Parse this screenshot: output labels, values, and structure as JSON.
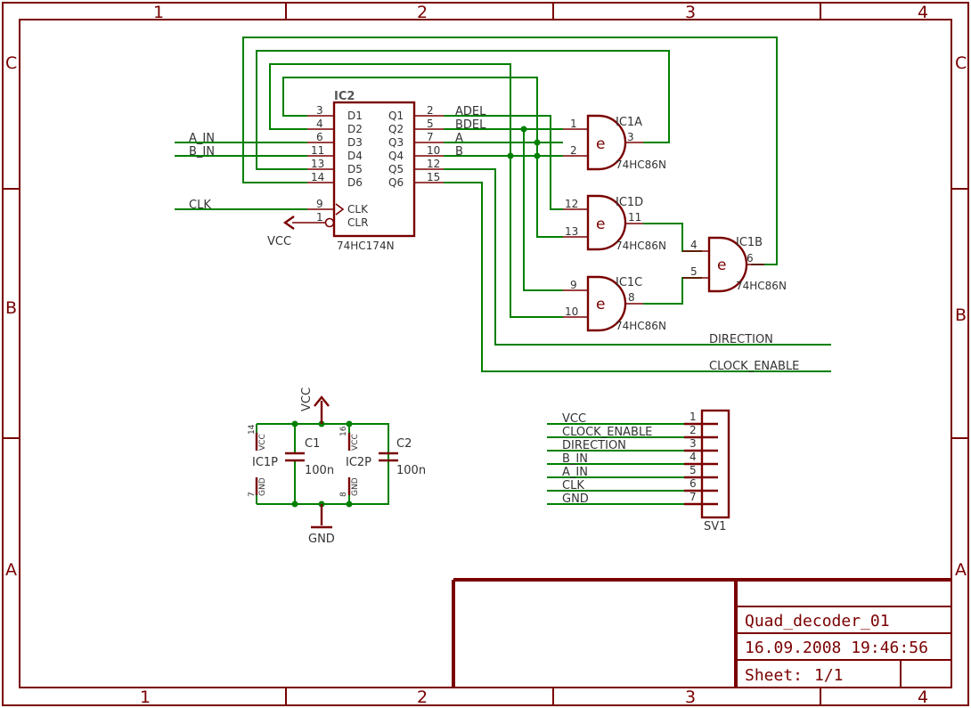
{
  "zones": {
    "columns": [
      "1",
      "2",
      "3",
      "4"
    ],
    "rows": [
      "C",
      "B",
      "A"
    ]
  },
  "ic2": {
    "name": "IC2",
    "value": "74HC174N",
    "left_pins": [
      {
        "num": "3",
        "label": "D1"
      },
      {
        "num": "4",
        "label": "D2"
      },
      {
        "num": "6",
        "label": "D3"
      },
      {
        "num": "11",
        "label": "D4"
      },
      {
        "num": "13",
        "label": "D5"
      },
      {
        "num": "14",
        "label": "D6"
      }
    ],
    "right_pins": [
      {
        "num": "2",
        "label": "Q1"
      },
      {
        "num": "5",
        "label": "Q2"
      },
      {
        "num": "7",
        "label": "Q3"
      },
      {
        "num": "10",
        "label": "Q4"
      },
      {
        "num": "12",
        "label": "Q5"
      },
      {
        "num": "15",
        "label": "Q6"
      }
    ],
    "clk_pin": {
      "num": "9",
      "label": "CLK"
    },
    "clr_pin": {
      "num": "1",
      "label": "CLR"
    }
  },
  "gates": {
    "ic1a": {
      "name": "IC1A",
      "value": "74HC86N",
      "in1": "1",
      "in2": "2",
      "out": "3",
      "symbol": "e"
    },
    "ic1d": {
      "name": "IC1D",
      "value": "74HC86N",
      "in1": "12",
      "in2": "13",
      "out": "11",
      "symbol": "e"
    },
    "ic1c": {
      "name": "IC1C",
      "value": "74HC86N",
      "in1": "9",
      "in2": "10",
      "out": "8",
      "symbol": "e"
    },
    "ic1b": {
      "name": "IC1B",
      "value": "74HC86N",
      "in1": "4",
      "in2": "5",
      "out": "6",
      "symbol": "e"
    }
  },
  "nets": {
    "a_in": "A_IN",
    "b_in": "B_IN",
    "clk": "CLK",
    "vcc": "VCC",
    "adel": "ADEL",
    "bdel": "BDEL",
    "a": "A",
    "b": "B",
    "direction": "DIRECTION",
    "clock_enable": "CLOCK_ENABLE",
    "gnd": "GND"
  },
  "power": {
    "ic1p": {
      "name": "IC1P",
      "vcc_pin": "14",
      "gnd_pin": "7",
      "vcc": "VCC",
      "gnd": "GND"
    },
    "ic2p": {
      "name": "IC2P",
      "vcc_pin": "16",
      "gnd_pin": "8",
      "vcc": "VCC",
      "gnd": "GND"
    },
    "c1": {
      "name": "C1",
      "value": "100n"
    },
    "c2": {
      "name": "C2",
      "value": "100n"
    }
  },
  "connector": {
    "name": "SV1",
    "pins": [
      {
        "num": "1",
        "label": "VCC"
      },
      {
        "num": "2",
        "label": "CLOCK_ENABLE"
      },
      {
        "num": "3",
        "label": "DIRECTION"
      },
      {
        "num": "4",
        "label": "B_IN"
      },
      {
        "num": "5",
        "label": "A_IN"
      },
      {
        "num": "6",
        "label": "CLK"
      },
      {
        "num": "7",
        "label": "GND"
      }
    ]
  },
  "title_block": {
    "name": "Quad_decoder_01",
    "datetime": "16.09.2008 19:46:56",
    "sheet_label": "Sheet:",
    "sheet_value": "1/1"
  }
}
